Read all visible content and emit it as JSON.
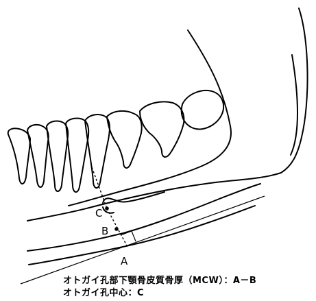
{
  "points": {
    "a": "A",
    "b": "B",
    "c": "C"
  },
  "caption": {
    "line1": "オトガイ孔部下顎骨皮質骨厚（MCW）：A－B",
    "line2": "オトガイ孔中心：C"
  }
}
